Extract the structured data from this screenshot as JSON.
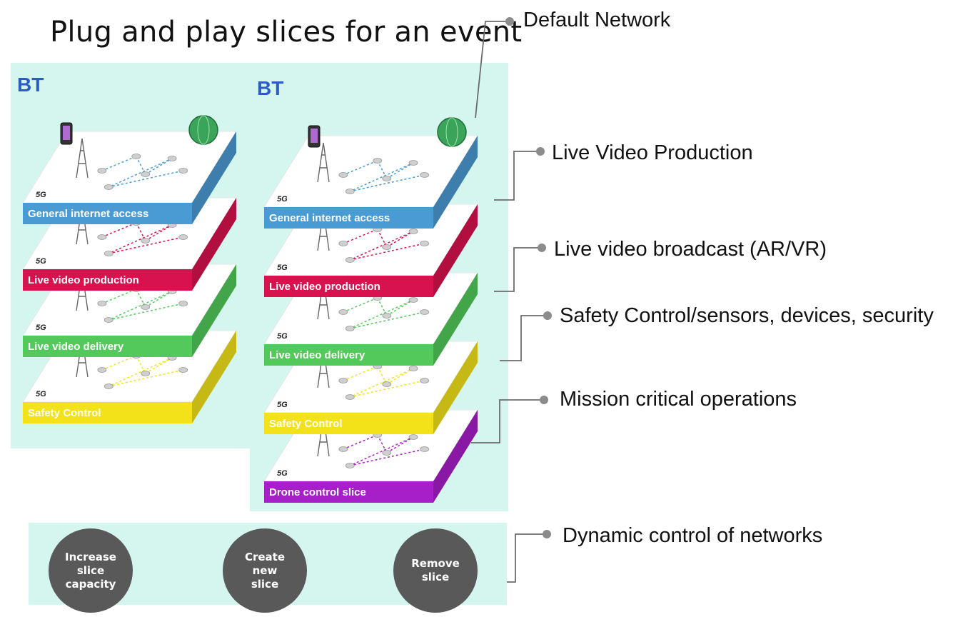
{
  "title": "Plug and play slices for an event",
  "brand": "BT",
  "left_stack": {
    "layers": [
      {
        "label": "General internet access",
        "color": "#4a9ad3"
      },
      {
        "label": "Live video production",
        "color": "#d8124e"
      },
      {
        "label": "Live video delivery",
        "color": "#52c95a"
      },
      {
        "label": "Safety Control",
        "color": "#f3e21a"
      }
    ]
  },
  "right_stack": {
    "layers": [
      {
        "label": "General internet access",
        "color": "#4a9ad3"
      },
      {
        "label": "Live video production",
        "color": "#d8124e"
      },
      {
        "label": "Live video delivery",
        "color": "#52c95a"
      },
      {
        "label": "Safety Control",
        "color": "#f3e21a"
      },
      {
        "label": "Drone control slice",
        "color": "#a71fc9"
      }
    ]
  },
  "badge_5g": "5G",
  "annotations": [
    "Default Network",
    "Live Video Production",
    "Live video broadcast (AR/VR)",
    "Safety Control/sensors, devices, security",
    "Mission critical operations",
    "Dynamic control of networks"
  ],
  "controls": [
    "Increase\nslice\ncapacity",
    "Create\nnew\nslice",
    "Remove\nslice"
  ]
}
